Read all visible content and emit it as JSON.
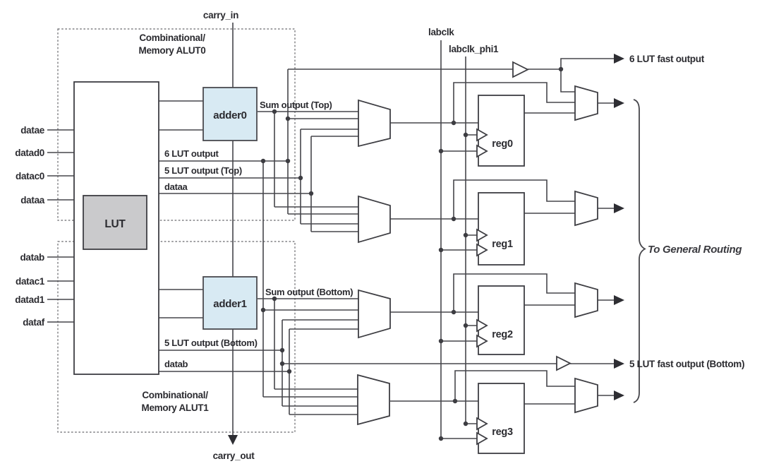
{
  "colors": {
    "adder_fill": "#d8eaf3",
    "lut_fill": "#cacacc",
    "wire": "#46464b",
    "text": "#2b2b30"
  },
  "carry": {
    "carry_in": "carry_in",
    "carry_out": "carry_out"
  },
  "alut0": {
    "line1": "Combinational/",
    "line2": "Memory ALUT0"
  },
  "alut1": {
    "line1": "Combinational/",
    "line2": "Memory ALUT1"
  },
  "lut": {
    "label": "LUT"
  },
  "adders": {
    "adder0": "adder0",
    "adder1": "adder1"
  },
  "left_inputs": [
    {
      "label": "datae"
    },
    {
      "label": "datad0"
    },
    {
      "label": "datac0"
    },
    {
      "label": "dataa"
    },
    {
      "label": "datab"
    },
    {
      "label": "datac1"
    },
    {
      "label": "datad1"
    },
    {
      "label": "dataf"
    }
  ],
  "signals": {
    "sum_top": "Sum output (Top)",
    "six_lut": "6 LUT output",
    "five_lut_top": "5 LUT output (Top)",
    "dataa_line": "dataa",
    "sum_bottom": "Sum output (Bottom)",
    "five_lut_bottom": "5 LUT output (Bottom)",
    "datab_line": "datab"
  },
  "clocks": {
    "labclk": "labclk",
    "labclk_phi1": "labclk_phi1"
  },
  "registers": [
    {
      "label": "reg0"
    },
    {
      "label": "reg1"
    },
    {
      "label": "reg2"
    },
    {
      "label": "reg3"
    }
  ],
  "outputs": {
    "six_lut_fast": "6 LUT fast output",
    "five_lut_fast_bottom": "5 LUT fast output (Bottom)",
    "to_general_routing": "To General Routing"
  }
}
